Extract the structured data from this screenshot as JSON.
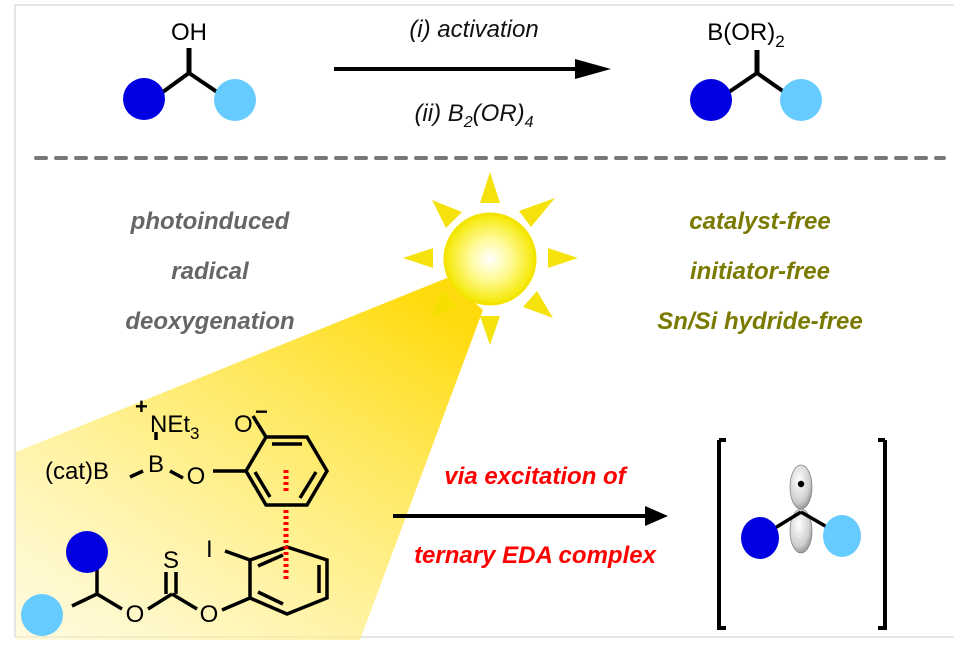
{
  "top_reaction": {
    "reactant_group": "OH",
    "condition_above": "(i) activation",
    "condition_below_prefix": "(ii) B",
    "condition_below_sub1": "2",
    "condition_below_mid": "(OR)",
    "condition_below_sub2": "4",
    "product_group": "B(OR)",
    "product_group_sub": "2"
  },
  "left_features": [
    "photoinduced",
    "radical",
    "deoxygenation"
  ],
  "right_features": [
    "catalyst-free",
    "initiator-free",
    "Sn/Si hydride-free"
  ],
  "complex": {
    "ammonium": "NEt",
    "ammonium_sub": "3",
    "plus": "+",
    "boron_center": "B",
    "cat_boron": "(cat)B",
    "oxygen_bridge": "O",
    "phenoxide_o": "O",
    "minus": "−",
    "iodine": "I",
    "thione_s": "S",
    "ester_o1": "O",
    "ester_o2": "O"
  },
  "bottom_reaction": {
    "condition_above": "via excitation of",
    "condition_below": "ternary EDA complex"
  },
  "colors": {
    "dark_blue": "#0000e0",
    "light_blue": "#66ccff",
    "gray_text": "#666666",
    "olive_text": "#7a7a00",
    "red_text": "#ff0000",
    "sun_yellow": "#ffe600",
    "dash_gray": "#777777"
  }
}
